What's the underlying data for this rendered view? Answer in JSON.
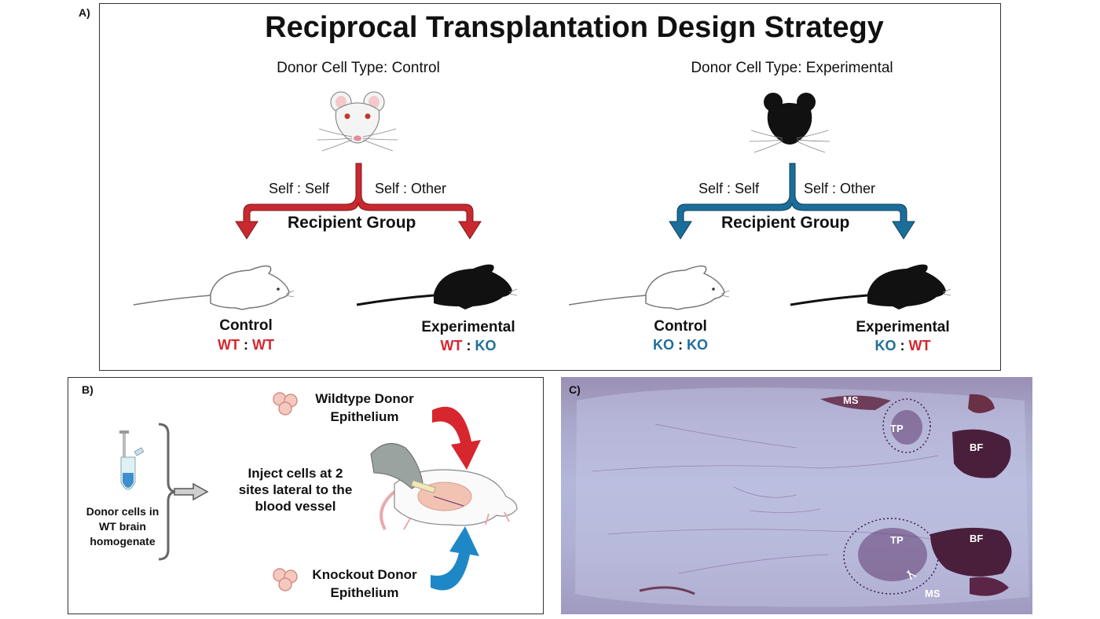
{
  "panel_a": {
    "letter": "A)",
    "title": "Reciprocal Transplantation Design Strategy",
    "left": {
      "donor_label": "Donor Cell Type: Control",
      "branch_left": "Self : Self",
      "branch_right": "Self : Other",
      "recipient_label": "Recipient Group",
      "arrow_color": "#c9282f",
      "groups": [
        {
          "name": "Control",
          "genotype_left": "WT",
          "sep": " : ",
          "genotype_right": "WT"
        },
        {
          "name": "Experimental",
          "genotype_left": "WT",
          "sep": " : ",
          "genotype_right": "KO"
        }
      ]
    },
    "right": {
      "donor_label": "Donor Cell Type: Experimental",
      "branch_left": "Self : Self",
      "branch_right": "Self : Other",
      "recipient_label": "Recipient Group",
      "arrow_color": "#1b6e9a",
      "groups": [
        {
          "name": "Control",
          "genotype_left": "KO",
          "sep": " : ",
          "genotype_right": "KO"
        },
        {
          "name": "Experimental",
          "genotype_left": "KO",
          "sep": " : ",
          "genotype_right": "WT"
        }
      ]
    },
    "colors": {
      "wt": "#d7262e",
      "ko": "#1f6e99"
    }
  },
  "panel_b": {
    "letter": "B)",
    "donor_cells_line1": "Donor cells in",
    "donor_cells_line2": "WT brain",
    "donor_cells_line3": "homogenate",
    "inject_line1": "Inject cells at 2",
    "inject_line2": "sites lateral to the",
    "inject_line3": "blood vessel",
    "wildtype_line1": "Wildtype Donor",
    "wildtype_line2": "Epithelium",
    "knockout_line1": "Knockout Donor",
    "knockout_line2": "Epithelium"
  },
  "panel_c": {
    "letter": "C)",
    "labels": {
      "ms_top": "MS",
      "tp_top": "TP",
      "bf_top": "BF",
      "tp_bottom": "TP",
      "bf_bottom": "BF",
      "ms_bottom": "MS"
    }
  }
}
